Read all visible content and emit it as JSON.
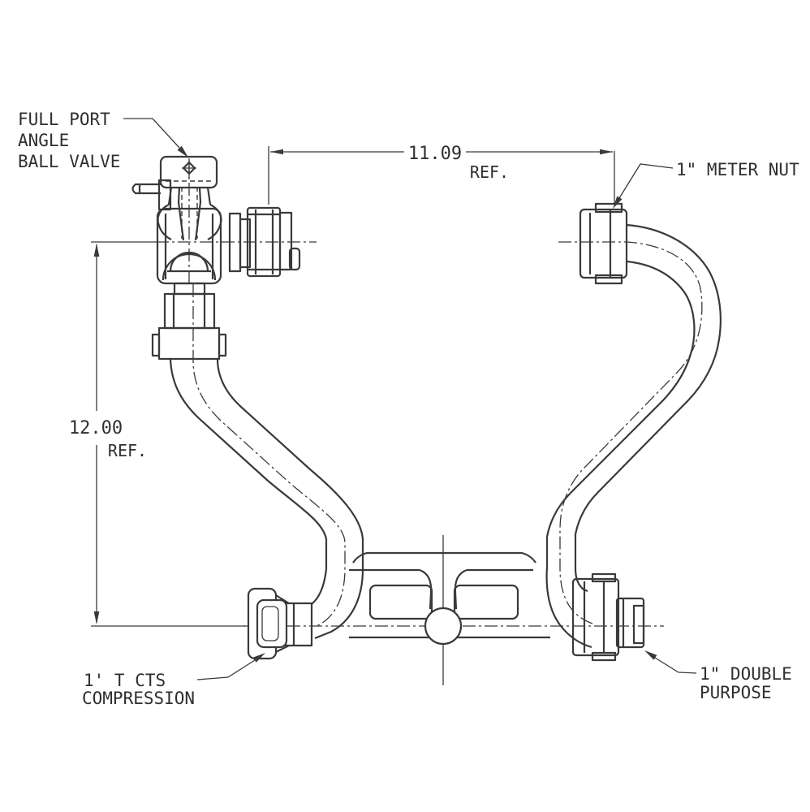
{
  "drawing": {
    "background": "#ffffff",
    "line_color": "#3a3a3a",
    "labels": {
      "valve_ball": [
        "FULL PORT",
        "ANGLE",
        "BALL VALVE"
      ],
      "meter_nut": "1\" METER NUT",
      "inlet": [
        "1' T CTS",
        "COMPRESSION"
      ],
      "outlet": [
        "1\" DOUBLE",
        "PURPOSE"
      ]
    },
    "dimensions": {
      "width": {
        "value": "11.09",
        "ref": "REF."
      },
      "height": {
        "value": "12.00",
        "ref": "REF."
      }
    }
  }
}
